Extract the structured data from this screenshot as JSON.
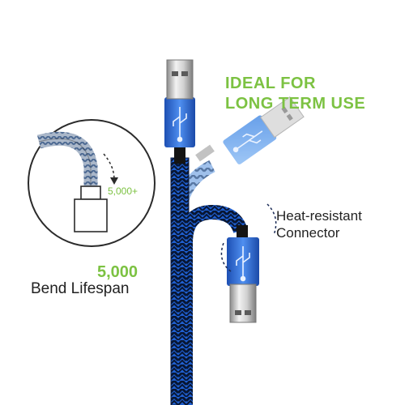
{
  "headline": {
    "line1": "IDEAL FOR",
    "line2": "LONG TERM USE"
  },
  "callout": {
    "line1": "Heat-resistant",
    "line2": "Connector"
  },
  "bend": {
    "count": "5,000",
    "label": "Bend Lifespan"
  },
  "zoom": {
    "count": "5,000+"
  },
  "colors": {
    "accent": "#7cc242",
    "cable_blue": "#1f5fd0",
    "cable_dark": "#0a1a40",
    "connector_blue": "#2f72d8",
    "text": "#222222"
  },
  "icons": [
    "usb-symbol-icon",
    "dashed-arrow-icon",
    "bend-diagram-icon"
  ]
}
